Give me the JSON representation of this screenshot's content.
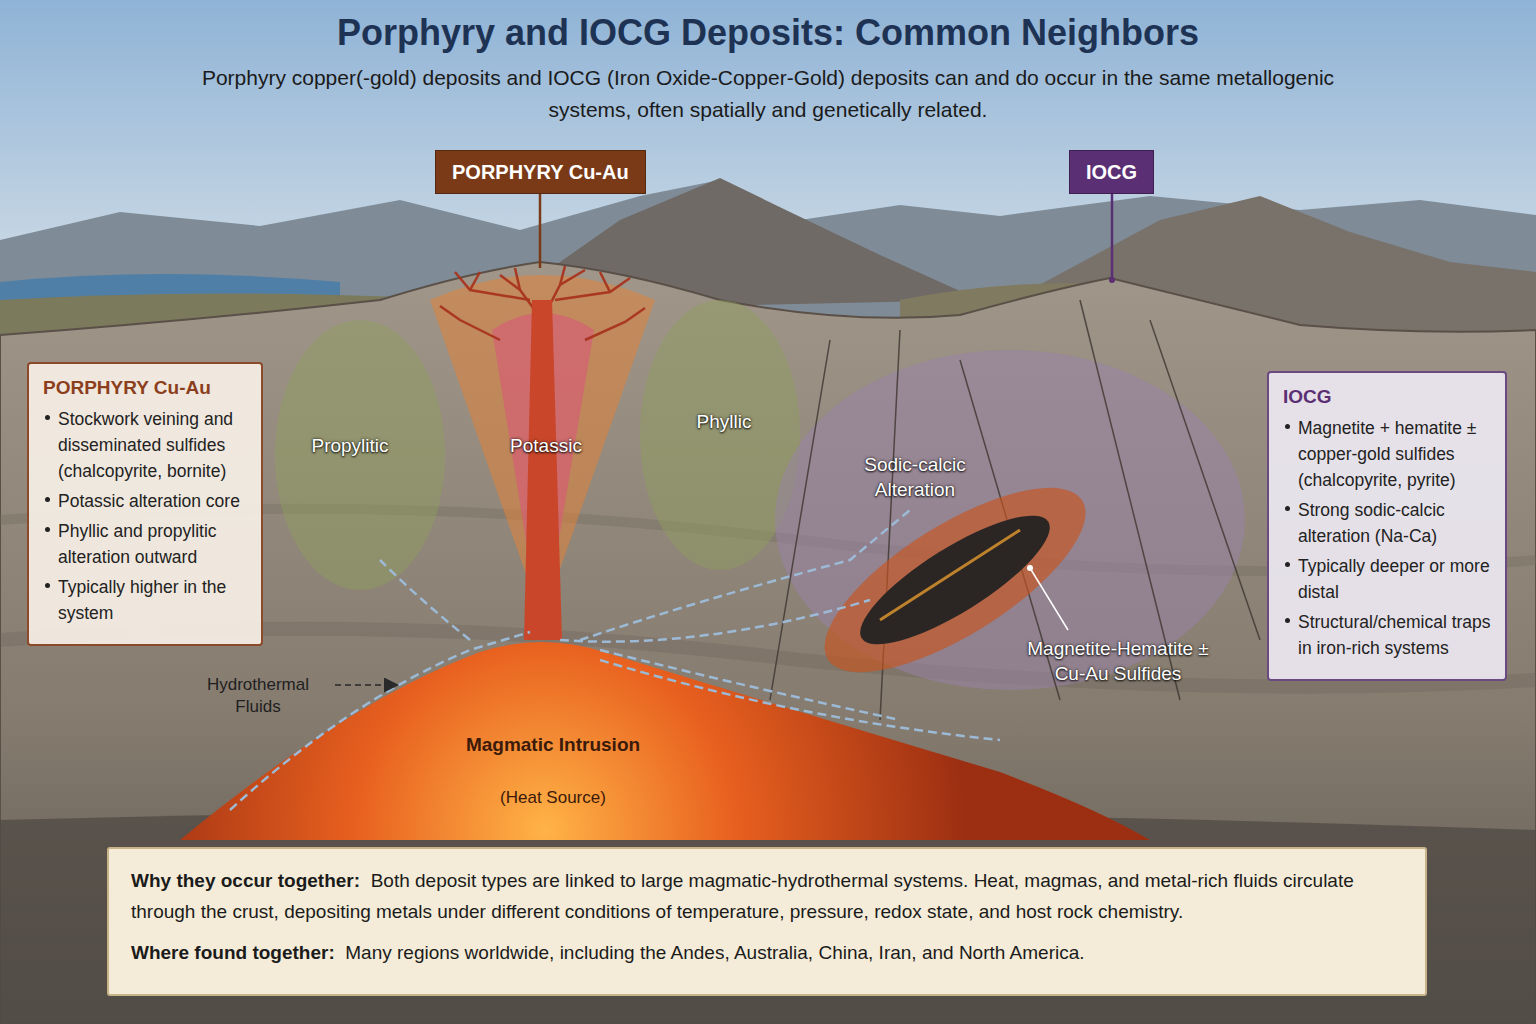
{
  "diagram": {
    "title": "Porphyry and IOCG Deposits: Common Neighbors",
    "nodes": [
      {
        "text": [
          "PORPHYRY Cu-Au"
        ]
      },
      {
        "text": [
          "IOCG"
        ]
      },
      {
        "text": [
          "PORPHYRY Cu-Au",
          "Stockwork veining and disseminated sulfides (chalcopyrite, bornite)",
          "Potassic alteration core",
          "Phyllic and propylitic alteration outward",
          "Typically higher in the system"
        ]
      },
      {
        "text": [
          "IOCG",
          "Magnetite + hematite ± copper-gold sulfides (chalcopyrite, pyrite)",
          "Strong sodic-calcic alteration (Na-Ca)",
          "Typically deeper or more distal",
          "Structural/chemical traps in iron-rich systems"
        ]
      },
      {
        "text": [
          "Why they occur together:",
          "Both deposit types are linked to large magmatic-hydrothermal systems. Heat, magmas, and metal-rich fluids circulate through the crust, depositing metals under different conditions of temperature, pressure, redox state, and host rock chemistry.",
          "Where found together:",
          "Many regions worldwide, including the Andes, Australia, China, Iran, and North America."
        ]
      }
    ],
    "labels": [
      "Porphyry copper(-gold) deposits and IOCG (Iron Oxide-Copper-Gold) deposits can and do occur in the same metallogenic systems, often spatially and genetically related.",
      "Propylitic",
      "Potassic",
      "Phyllic",
      "Sodic-calcic Alteration",
      "Magnetite-Hematite ± Cu-Au Sulfides",
      "Hydrothermal Fluids",
      "Magmatic Intrusion",
      "(Heat Source)"
    ]
  }
}
